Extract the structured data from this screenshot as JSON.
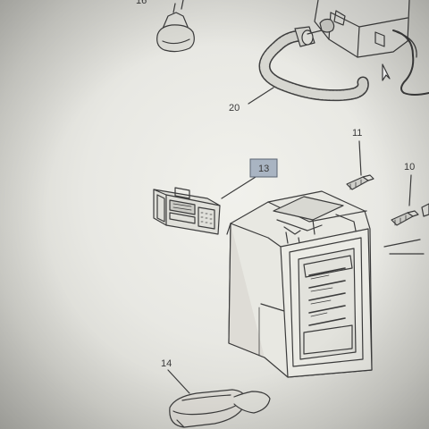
{
  "diagram": {
    "callouts": {
      "c16": "16",
      "c20": "20",
      "c11": "11",
      "c10": "10",
      "c13": "13",
      "c14": "14"
    },
    "highlight_color": "#a9b4c2",
    "line_color": "#3c3c3c",
    "background": "#ecece7"
  }
}
